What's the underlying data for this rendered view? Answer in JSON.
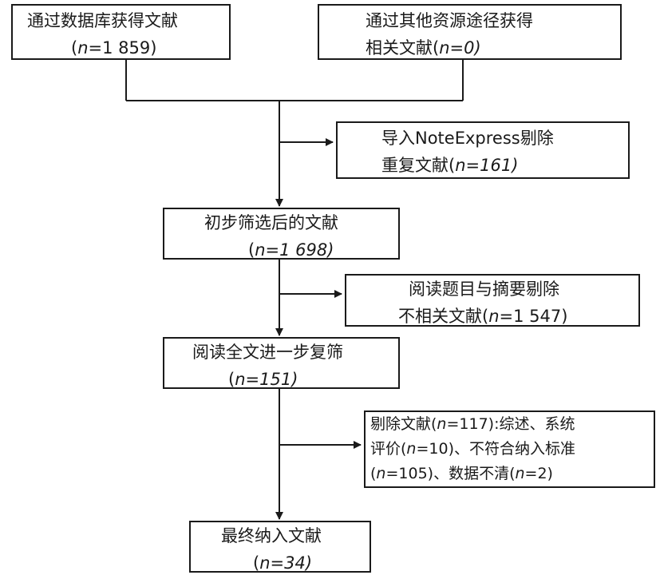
{
  "boxes": {
    "db_source": {
      "line1": "通过数据库获得文献",
      "line2": {
        "open": "(",
        "n": "n",
        "eq": "=1 859)"
      }
    },
    "other_source": {
      "line1": "通过其他资源途径获得",
      "line2": {
        "text": "相关文献",
        "open": "(",
        "n": "n",
        "eq": "=0)"
      }
    },
    "dedupe": {
      "line1": "导入NoteExpress剔除",
      "line2": {
        "text": "重复文献",
        "open": "(",
        "n": "n",
        "eq": "=161)"
      }
    },
    "initial_screen": {
      "line1": "初步筛选后的文献",
      "line2": {
        "open": "(",
        "n": "n",
        "eq": "=1 698)"
      }
    },
    "title_abstract": {
      "line1": "阅读题目与摘要剔除",
      "line2": {
        "text": "不相关文献(",
        "n": "n",
        "eq": "=1 547)"
      }
    },
    "fulltext": {
      "line1": "阅读全文进一步复筛",
      "line2": {
        "open": "(",
        "n": "n",
        "eq": "=151)"
      }
    },
    "excluded": {
      "line1": {
        "text": "剔除文献(",
        "n": "n",
        "eq": "=117):综述、系统"
      },
      "line2": {
        "text": "评价(",
        "n": "n",
        "eq": "=10)、不符合纳入标准"
      },
      "line3": {
        "open": "(",
        "n1": "n",
        "eq1": "=105)、数据不清(",
        "n2": "n",
        "eq2": "=2)"
      }
    },
    "final": {
      "line1": "最终纳入文献",
      "line2": {
        "open": "(",
        "n": "n",
        "eq": "=34)"
      }
    }
  }
}
